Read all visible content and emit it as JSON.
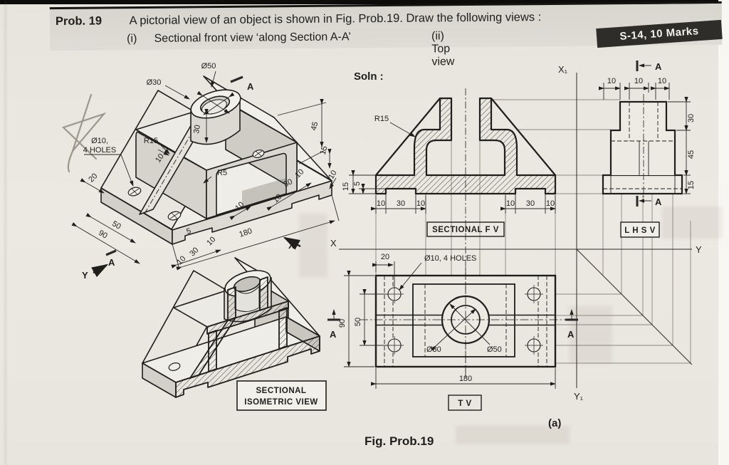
{
  "header": {
    "problem_label": "Prob. 19",
    "problem_text": "A pictorial view of an object is shown in Fig. Prob.19. Draw the following views :",
    "item1_num": "(i)",
    "item1_text": "Sectional front view ‘along Section A-A’",
    "item2_num": "(ii)",
    "item2_text": "Top view",
    "badge": "S-14, 10 Marks"
  },
  "solution_label": "Soln :",
  "axes": {
    "x": "X",
    "y": "Y",
    "x1": "X₁",
    "y1": "Y₁"
  },
  "pictorial": {
    "dia50": "Ø50",
    "dia30": "Ø30",
    "section_top": "A",
    "dim45": "45",
    "dim30_boss": "30",
    "r15": "R15",
    "r5": "R5",
    "dim15": "15",
    "dim10_step": "10",
    "rib_width": "10",
    "holes_line1": "Ø10,",
    "holes_line2": "4 HOLES",
    "dim20": "20",
    "dim50": "50",
    "dim90": "90",
    "dim180": "180",
    "notch": [
      "10",
      "30",
      "10"
    ],
    "notch_depth": "5",
    "leg10": "10",
    "right_notch": [
      "10",
      "30",
      "10"
    ],
    "axis_x": "X",
    "axis_y": "Y",
    "section_bottom": "A"
  },
  "sectional_fv": {
    "title": "SECTIONAL F V",
    "r15": "R15",
    "dim15": "15",
    "dim5": "5",
    "left_bottom": [
      "10",
      "30",
      "10"
    ],
    "right_bottom": [
      "10",
      "30",
      "10"
    ]
  },
  "top_view": {
    "title": "T V",
    "dim20": "20",
    "holes_note": "Ø10, 4 HOLES",
    "dim90": "90",
    "dim50": "50",
    "dia30": "Ø30",
    "dia50": "Ø50",
    "dim180": "180",
    "section_left": "A",
    "section_right": "A"
  },
  "lhsv": {
    "title": "L H S V",
    "section_top": "A",
    "section_bottom": "A",
    "top_dims": [
      "10",
      "10",
      "10"
    ],
    "right_dims": [
      "30",
      "45",
      "15"
    ]
  },
  "sectional_iso": {
    "line1": "SECTIONAL",
    "line2": "ISOMETRIC VIEW"
  },
  "captions": {
    "figure": "Fig. Prob.19",
    "sub_label": "(a)"
  },
  "colors": {
    "paper": "#eae7e0",
    "ink": "#1f1e1c",
    "badge_bg": "#2e2d2a"
  }
}
